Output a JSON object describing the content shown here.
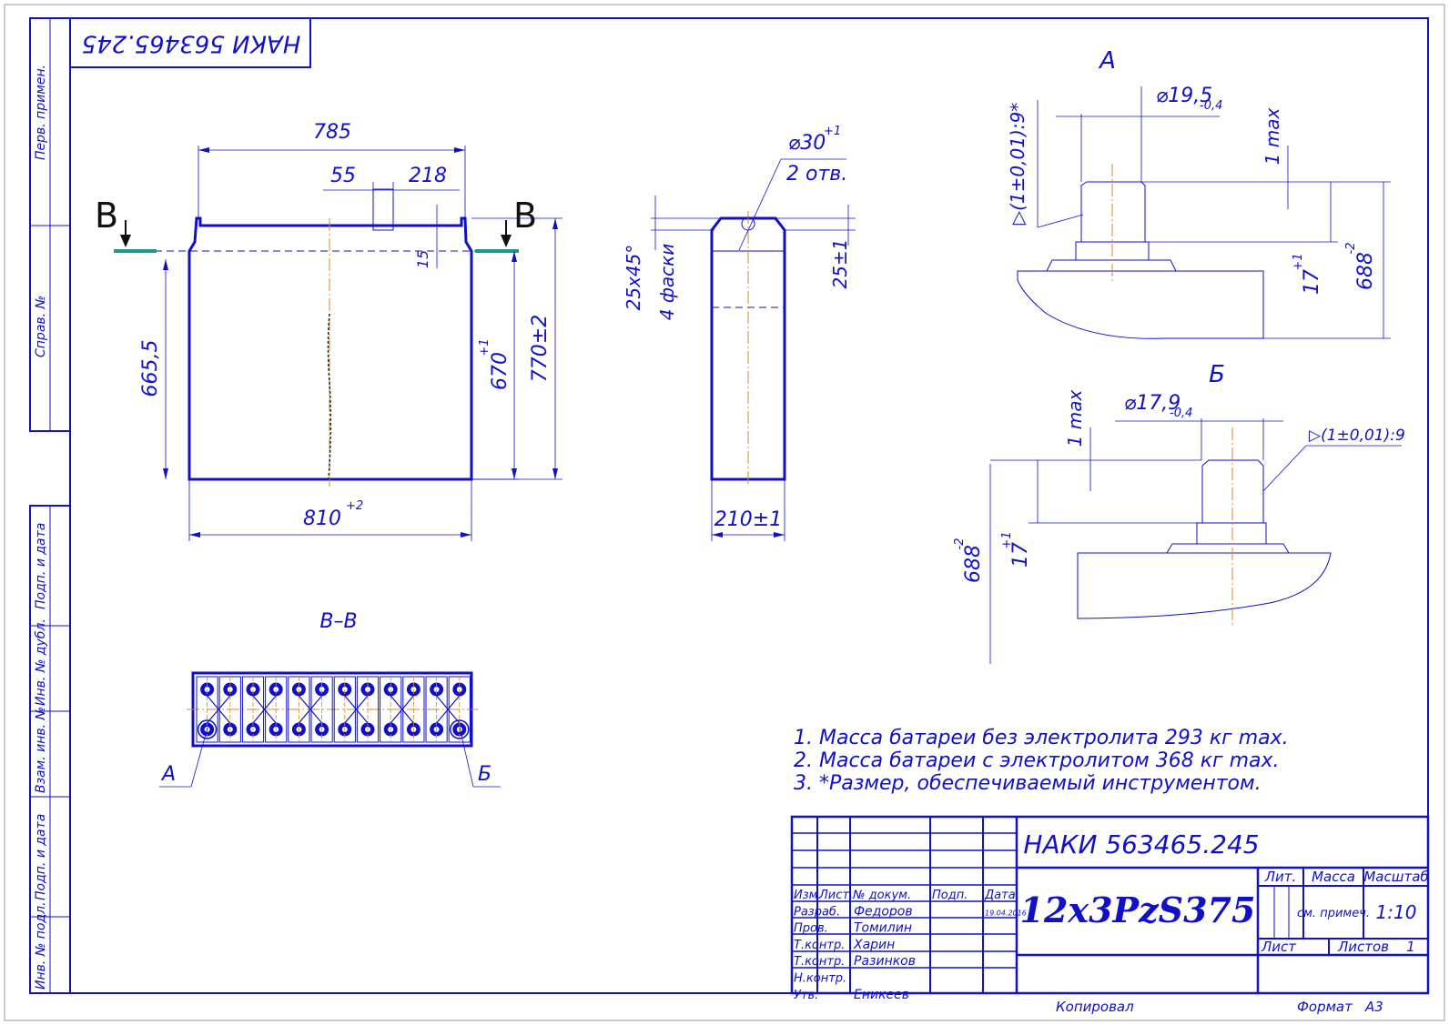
{
  "drawing": {
    "doc_code": "НАКИ 563465.245",
    "doc_code_rotated": "НАКИ 563465.245",
    "product_name": "12х3PzS375",
    "format_label": "Формат",
    "format_value": "A3",
    "copied_label": "Копировал"
  },
  "side_strip": {
    "labels": [
      "Перв. примен.",
      "Справ. №",
      "Подп. и дата",
      "Инв. № дубл.",
      "Взам. инв. №",
      "Подп. и дата",
      "Инв. № подл."
    ]
  },
  "views": {
    "front": {
      "section_marker": "В",
      "dims": {
        "width_top": "785",
        "tab_w": "55",
        "tab_offset": "218",
        "tab_h": "15",
        "left_h": "665,5",
        "h_670": "670",
        "h_670_tol": "+1",
        "h_770": "770±2",
        "width_bottom": "810",
        "width_bottom_tol": "+2"
      }
    },
    "side": {
      "hole": "⌀30",
      "hole_tol": "+1",
      "hole_count": "2 отв.",
      "chamfer": "25х45°",
      "chamfer_count": "4 фаски",
      "dim_25": "25±1",
      "dim_210": "210±1"
    },
    "section": {
      "title": "В–В",
      "leader_a": "А",
      "leader_b": "Б"
    },
    "detail_a": {
      "title": "А",
      "diam": "⌀19,5",
      "diam_tol": "-0,4",
      "taper": "▷(1±0,01):9*",
      "max1": "1 max",
      "h17": "17",
      "h17_tol": "+1",
      "h688": "688",
      "h688_tol": "-2"
    },
    "detail_b": {
      "title": "Б",
      "diam": "⌀17,9",
      "diam_tol": "-0,4",
      "taper": "▷(1±0,01):9",
      "max1": "1 max",
      "h17": "17",
      "h17_tol": "+1",
      "h688": "688",
      "h688_tol": "-2"
    }
  },
  "notes": [
    "1. Масса батареи без электролита 293 кг max.",
    "2. Масса батареи с электролитом 368 кг max.",
    "3.  *Размер, обеспечиваемый инструментом."
  ],
  "title_block": {
    "col_headers": [
      "Изм.",
      "Лист",
      "№ докум.",
      "Подп.",
      "Дата"
    ],
    "rows": [
      {
        "role": "Разраб.",
        "name": "Федоров",
        "date": "19.04.2016"
      },
      {
        "role": "Пров.",
        "name": "Томилин",
        "date": ""
      },
      {
        "role": "Т.контр.",
        "name": "Харин",
        "date": ""
      },
      {
        "role": "Т.контр.",
        "name": "Разинков",
        "date": ""
      },
      {
        "role": "Н.контр.",
        "name": "",
        "date": ""
      },
      {
        "role": "Утв.",
        "name": "Еникеев",
        "date": ""
      }
    ],
    "lit_label": "Лит.",
    "mass_label": "Масса",
    "scale_label": "Масштаб",
    "mass_value": "см. примеч.",
    "scale_value": "1:10",
    "sheet_label": "Лист",
    "sheets_label": "Листов",
    "sheets_value": "1"
  }
}
